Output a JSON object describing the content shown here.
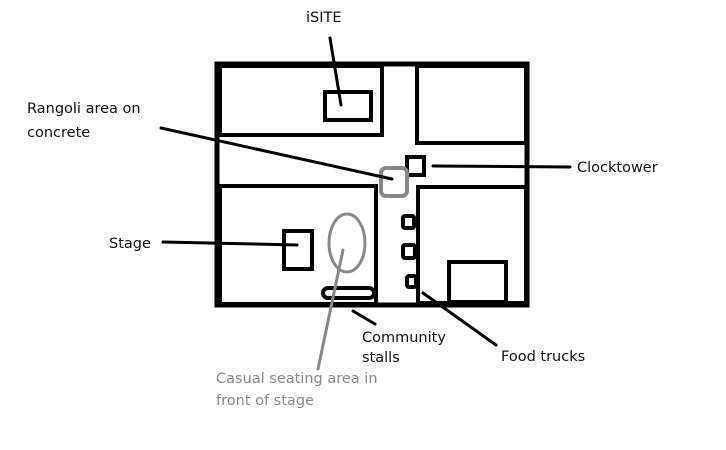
{
  "labels": {
    "isite": "iSITE",
    "rangoli_line1": "Rangoli area on",
    "rangoli_line2": "concrete",
    "clocktower": "Clocktower",
    "stage": "Stage",
    "community_line1": "Community",
    "community_line2": "stalls",
    "food_trucks": "Food trucks",
    "seating_line1": "Casual seating area in",
    "seating_line2": "front of stage"
  },
  "colors": {
    "ink": "#000000",
    "grey": "#888888"
  }
}
